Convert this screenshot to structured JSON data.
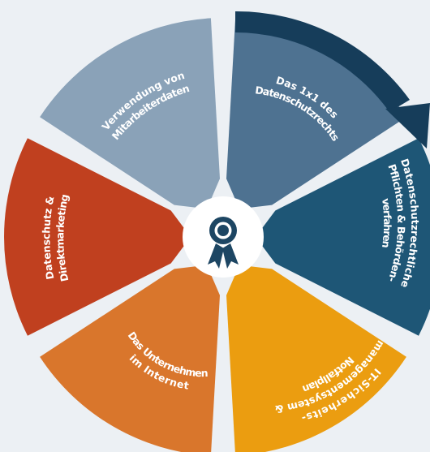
{
  "segments": [
    {
      "id": "datenschutzrecht",
      "lines": [
        "Das 1x1 des",
        "Datenschutzrechts"
      ],
      "color": "#4e7291"
    },
    {
      "id": "pflichten",
      "lines": [
        "Datenschutzrechtliche",
        "Pflichten & Behörden-",
        "verfahren"
      ],
      "color": "#1e5676"
    },
    {
      "id": "it-sicherheit",
      "lines": [
        "IT-Sicherheits-",
        "managementsystem &",
        "Notfallplan"
      ],
      "color": "#eb9d10"
    },
    {
      "id": "internet",
      "lines": [
        "Das Unternehmen",
        "im Internet"
      ],
      "color": "#d9762c"
    },
    {
      "id": "direktmarketing",
      "lines": [
        "Datenschutz &",
        "Direktmarketing"
      ],
      "color": "#c0401f"
    },
    {
      "id": "mitarbeiterdaten",
      "lines": [
        "Verwendung von",
        "Mitarbeiterdaten"
      ],
      "color": "#8aa2b8"
    }
  ],
  "center_icon": "award-badge-icon",
  "arrow_color": "#163d5a"
}
